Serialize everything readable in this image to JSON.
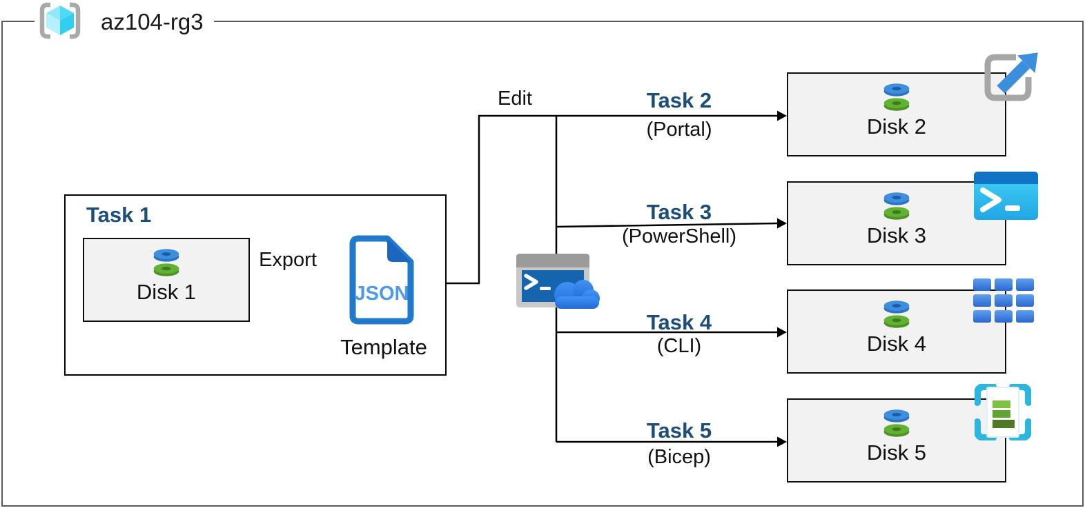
{
  "diagram": {
    "resource_group": "az104-rg3",
    "edit_label": "Edit",
    "export_label": "Export"
  },
  "task1": {
    "title": "Task 1",
    "disk_label": "Disk 1",
    "json_text": "JSON",
    "template_label": "Template"
  },
  "branches": [
    {
      "task": "Task 2",
      "method": "(Portal)",
      "disk": "Disk 2",
      "tool_icon": "azure-portal-icon"
    },
    {
      "task": "Task 3",
      "method": "(PowerShell)",
      "disk": "Disk 3",
      "tool_icon": "powershell-icon"
    },
    {
      "task": "Task 4",
      "method": "(CLI)",
      "disk": "Disk 4",
      "tool_icon": "cli-icon"
    },
    {
      "task": "Task 5",
      "method": "(Bicep)",
      "disk": "Disk 5",
      "tool_icon": "bicep-icon"
    }
  ],
  "icons": {
    "resource_group": "resource-group-icon",
    "disk": "managed-disk-icon",
    "json_template": "json-template-icon",
    "cloud_shell": "cloud-shell-icon"
  },
  "colors": {
    "task_label_blue": "#1C4E79",
    "outer_border_gray": "#595959",
    "box_border": "#000000",
    "disk_box_fill": "#F2F2F2",
    "doc_blue": "#2079CA",
    "cyan_cube": "#30CFF1",
    "arrow_blue": "#3E8EDE"
  }
}
